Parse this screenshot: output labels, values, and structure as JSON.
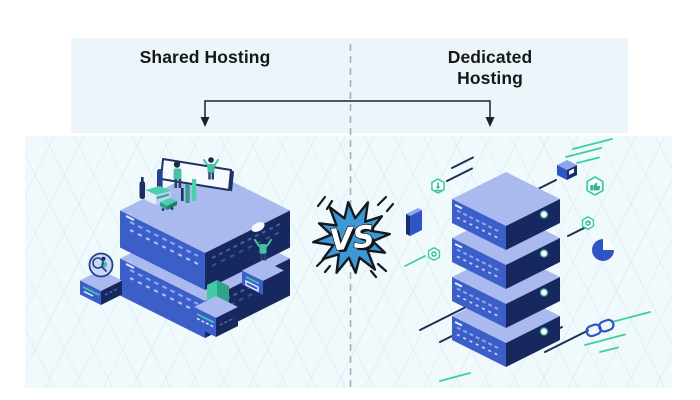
{
  "header": {
    "left_title": "Shared Hosting",
    "right_title": "Dedicated Hosting"
  },
  "vs_badge": {
    "label": "VS"
  },
  "colors": {
    "header_band_bg": "#ecf5f9",
    "scene_bg": "#f0f9fc",
    "title_text": "#17181a",
    "server_top_face": "#aab9ee",
    "server_left_face": "#3b5ec9",
    "server_right_face": "#16285e",
    "teal_accent": "#3ecf9f",
    "vs_burst_blue": "#3d99d6",
    "outline_black": "#14181f",
    "divider_gray": "#a7adb4",
    "people_teal": "#45c2a2"
  },
  "icons": {
    "vs-burst-icon": "comic-starburst",
    "shared-server-stack": "isometric-2-tier-server",
    "dedicated-server-stack": "isometric-4-tier-server",
    "whiteboard-icon": "presentation-board",
    "presenter-person-icon": "person-standing",
    "celebrating-person-icon": "person-arms-raised",
    "search-user-badge-icon": "magnifier-over-user",
    "folder-icon": "open-folder",
    "cube-icon": "isometric-package-cube",
    "thumbs-up-hexagon-icon": "hexagon-thumbs-up",
    "hexagon-badge-icon": "hexagon-outline",
    "download-hexagon-icon": "hexagon-download-arrow",
    "pie-chart-icon": "three-quarter-pie",
    "link-icon": "chain-links",
    "book-icon": "standing-book",
    "divider-icon": "vertical-dashed-line",
    "connector-icon": "bracket-with-down-arrows"
  }
}
